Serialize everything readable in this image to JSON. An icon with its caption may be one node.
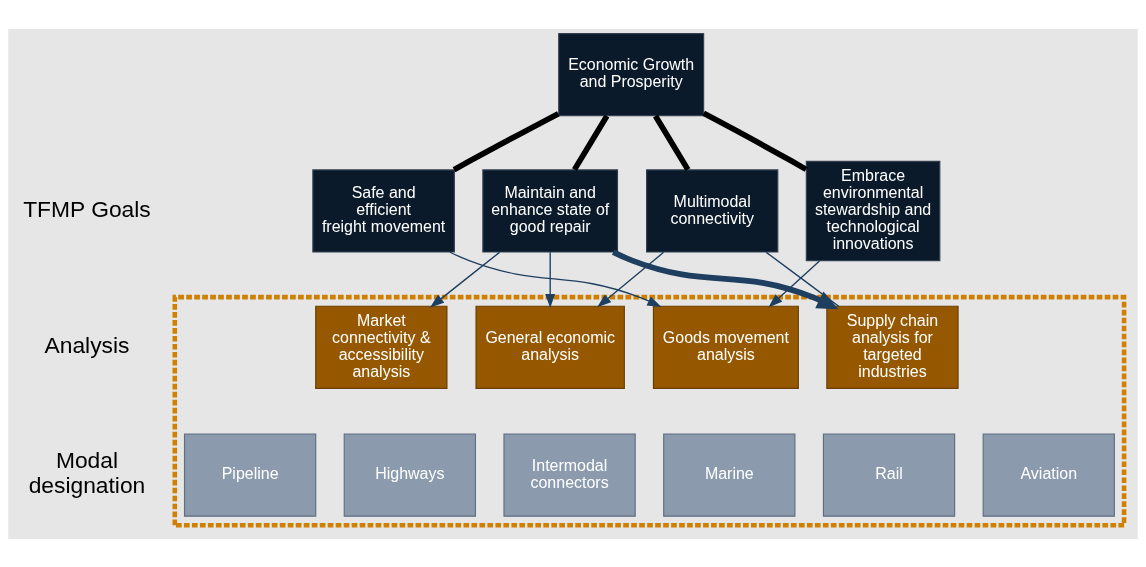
{
  "diagram": {
    "nodes": [
      {
        "text": [
          "Economic Growth and Prosperity"
        ]
      },
      {
        "text": [
          "Safe and efficient freight movement"
        ]
      },
      {
        "text": [
          "Maintain and enhance state of good repair"
        ]
      },
      {
        "text": [
          "Multimodal connectivity"
        ]
      },
      {
        "text": [
          "Embrace environmental stewardship and technological innovations"
        ]
      },
      {
        "text": [],
        "shape": "box"
      },
      {
        "text": [
          "General economic analysis"
        ],
        "in": 5
      },
      {
        "text": [
          "Goods movement analysis"
        ],
        "in": 5
      },
      {
        "text": [
          "Supply chain analysis for targeted industries"
        ],
        "in": 5
      },
      {
        "text": [
          "Market connectivity & accessibility analysis"
        ],
        "in": 5
      },
      {
        "text": [
          "Highways"
        ],
        "in": 5
      },
      {
        "text": [
          "Intermodal connectors"
        ],
        "in": 5
      },
      {
        "text": [
          "Marine"
        ],
        "in": 5
      },
      {
        "text": [
          "Rail"
        ],
        "in": 5
      },
      {
        "text": [
          "Aviation"
        ],
        "in": 5
      },
      {
        "text": [
          "Pipeline"
        ],
        "in": 5
      }
    ],
    "edges": [
      {
        "from": 0,
        "to": 1,
        "arrow": "none",
        "color": "#000000",
        "style": "thick"
      },
      {
        "from": 0,
        "to": 2,
        "arrow": "none",
        "color": "#000000",
        "style": "thick"
      },
      {
        "from": 0,
        "to": 3,
        "arrow": "none",
        "color": "#000000",
        "style": "thick"
      },
      {
        "from": 0,
        "to": 4,
        "arrow": "none",
        "color": "#000000",
        "style": "thick"
      },
      {
        "from": 1,
        "to": 7,
        "arrow": "to"
      },
      {
        "from": 2,
        "to": 6,
        "arrow": "to"
      },
      {
        "from": 2,
        "to": 8,
        "arrow": "to",
        "style": "thick"
      },
      {
        "from": 2,
        "to": 9,
        "arrow": "to"
      },
      {
        "from": 3,
        "to": 6,
        "arrow": "to"
      },
      {
        "from": 3,
        "to": 8,
        "arrow": "none"
      },
      {
        "from": 4,
        "to": 7,
        "arrow": "to"
      }
    ],
    "labels": [
      "TFMP Goals",
      "Analysis",
      "Modal designation"
    ]
  }
}
